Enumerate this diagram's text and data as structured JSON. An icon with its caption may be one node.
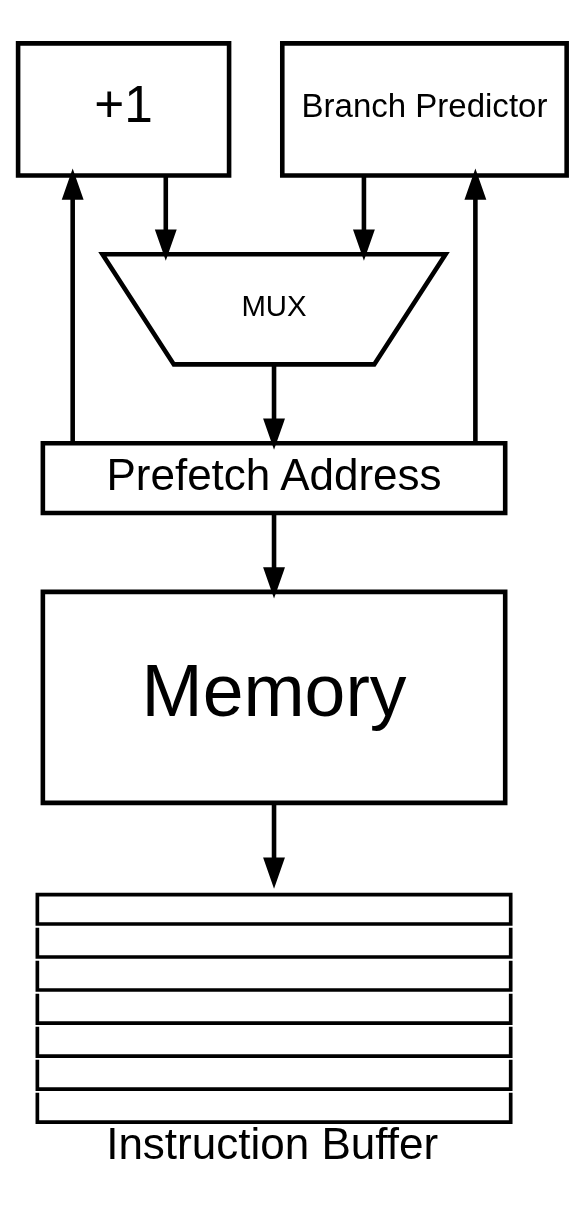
{
  "diagram": {
    "nodes": [
      {
        "text": [
          "+1"
        ]
      },
      {
        "text": [
          "Branch Predictor"
        ]
      },
      {
        "text": [
          "MUX"
        ]
      },
      {
        "text": [
          "Prefetch Address"
        ]
      },
      {
        "text": [
          "Memory"
        ]
      },
      {
        "text": [
          "Instruction Buffer"
        ]
      }
    ],
    "edges": [
      {
        "from": 3,
        "to": 0,
        "arrow": "to"
      },
      {
        "from": 3,
        "to": 1,
        "arrow": "to"
      },
      {
        "from": 0,
        "to": 2,
        "arrow": "to"
      },
      {
        "from": 1,
        "to": 2,
        "arrow": "to"
      },
      {
        "from": 2,
        "to": 3,
        "arrow": "to"
      },
      {
        "from": 3,
        "to": 4,
        "arrow": "to"
      },
      {
        "from": 4,
        "to": 5,
        "arrow": "to"
      }
    ]
  }
}
